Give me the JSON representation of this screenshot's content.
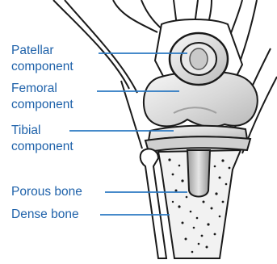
{
  "labels": {
    "patellar": [
      "Patellar",
      "component"
    ],
    "femoral": [
      "Femoral",
      "component"
    ],
    "tibial": [
      "Tibial",
      "component"
    ],
    "porous": "Porous bone",
    "dense": "Dense bone"
  },
  "colors": {
    "label_text": "#1f62aa",
    "leader_line": "#2b79c2",
    "outline": "#1a1a1a",
    "implant_metal": "#d9d9d9",
    "bone_fill": "#f2f2f2"
  }
}
